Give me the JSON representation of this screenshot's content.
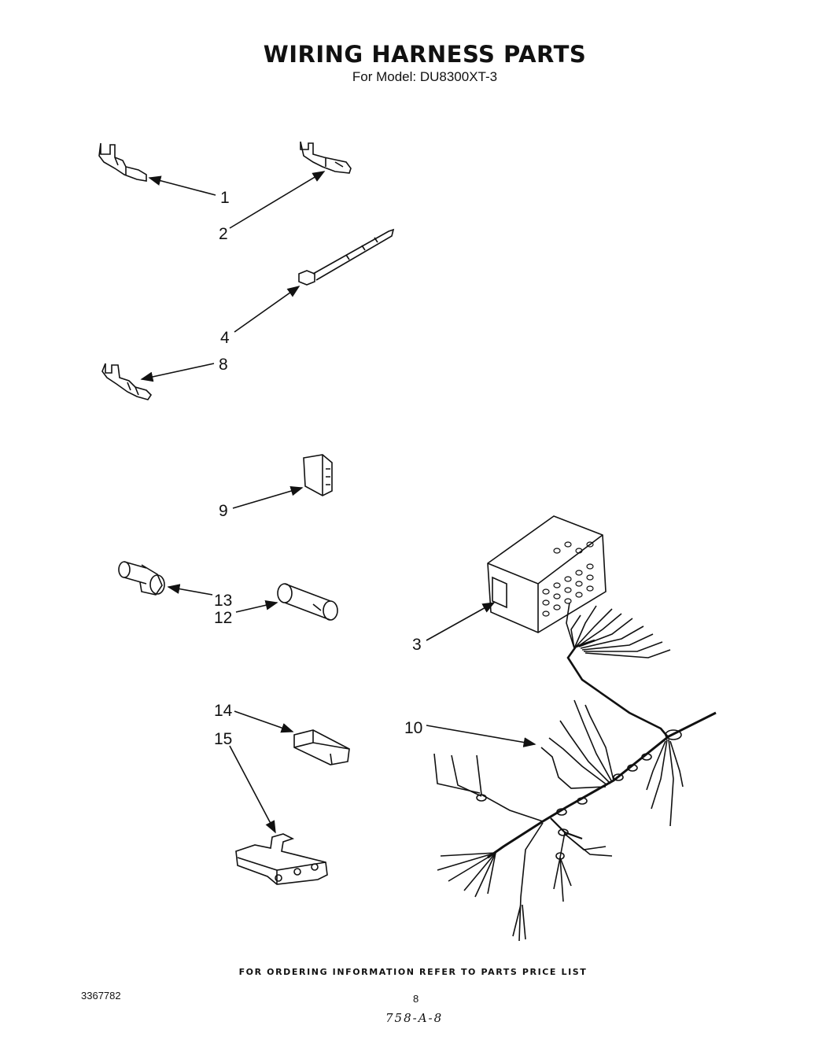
{
  "header": {
    "title": "WIRING HARNESS PARTS",
    "subtitle": "For Model: DU8300XT-3"
  },
  "callouts": {
    "c1": "1",
    "c2": "2",
    "c3": "3",
    "c4": "4",
    "c8": "8",
    "c9": "9",
    "c10": "10",
    "c12": "12",
    "c13": "13",
    "c14": "14",
    "c15": "15"
  },
  "footer": {
    "ordering_note": "FOR ORDERING INFORMATION REFER TO PARTS PRICE LIST",
    "doc_number": "3367782",
    "page_number": "8",
    "handwritten_code": "758-A-8"
  }
}
